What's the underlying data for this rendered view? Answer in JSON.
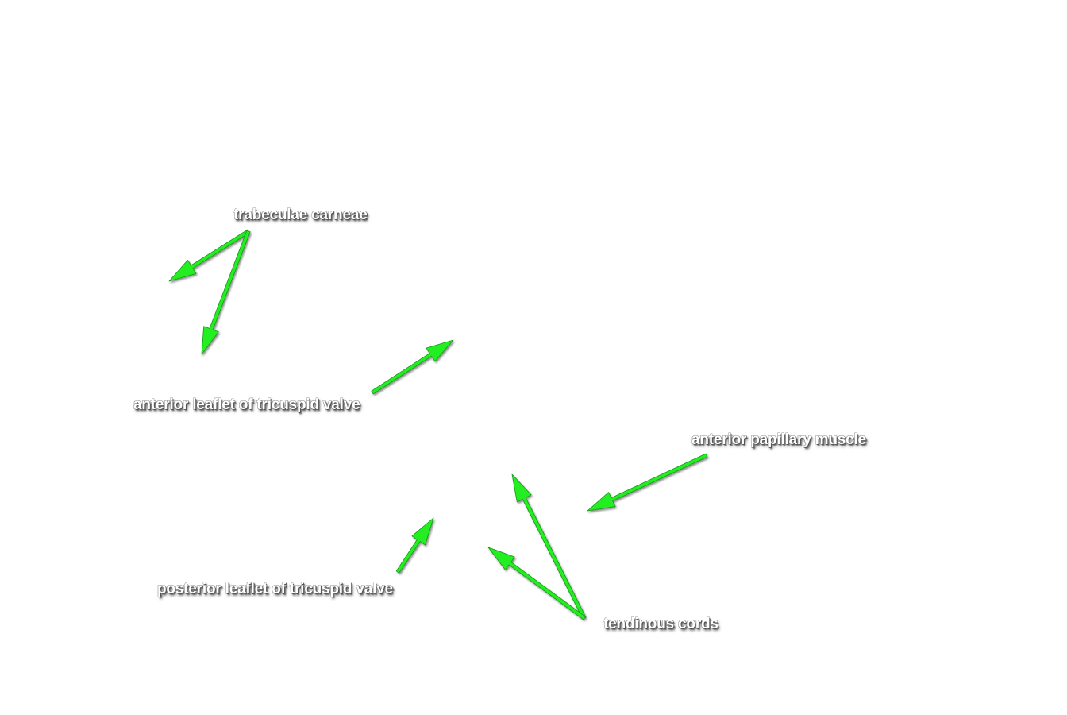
{
  "annotations": {
    "trabeculae_carneae": "trabeculae carneae",
    "anterior_leaflet": "anterior leaflet of tricuspid valve",
    "anterior_papillary_muscle": "anterior papillary muscle",
    "posterior_leaflet": "posterior leaflet of tricuspid valve",
    "tendinous_cords": "tendinous cords"
  },
  "colors": {
    "arrow": "#22ee22",
    "arrow_edge": "#139913",
    "label_text": "#ffffff",
    "background": "#ffffff"
  }
}
